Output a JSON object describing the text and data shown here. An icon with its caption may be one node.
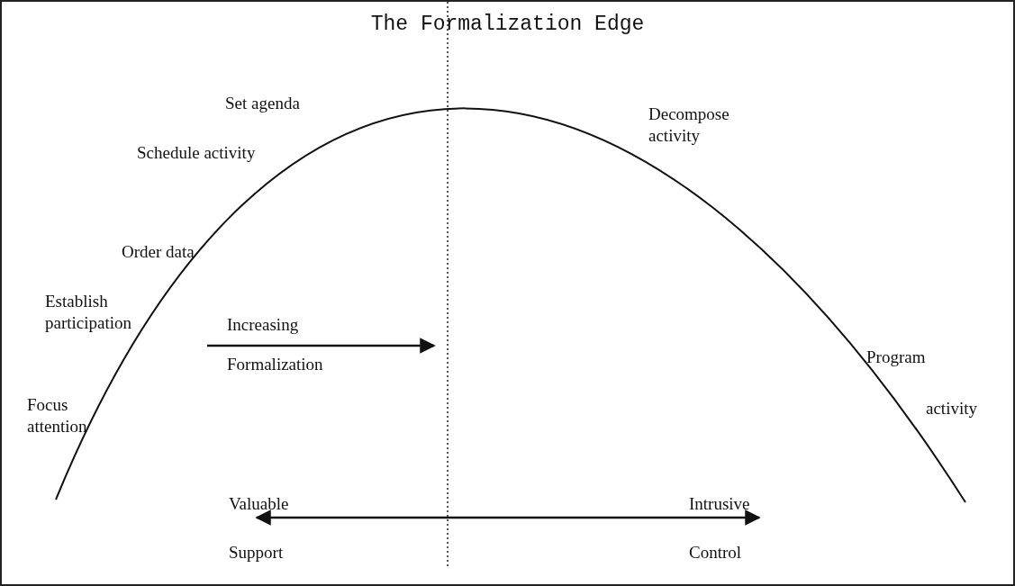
{
  "diagram": {
    "title": "The Formalization Edge",
    "labels": [
      "Set agenda",
      "Schedule activity",
      "Order data",
      "Establish participation",
      "Focus attention",
      "Decompose activity",
      "Program",
      "activity",
      "Increasing",
      "Formalization",
      "Valuable",
      "Support",
      "Intrusive",
      "Control"
    ]
  }
}
